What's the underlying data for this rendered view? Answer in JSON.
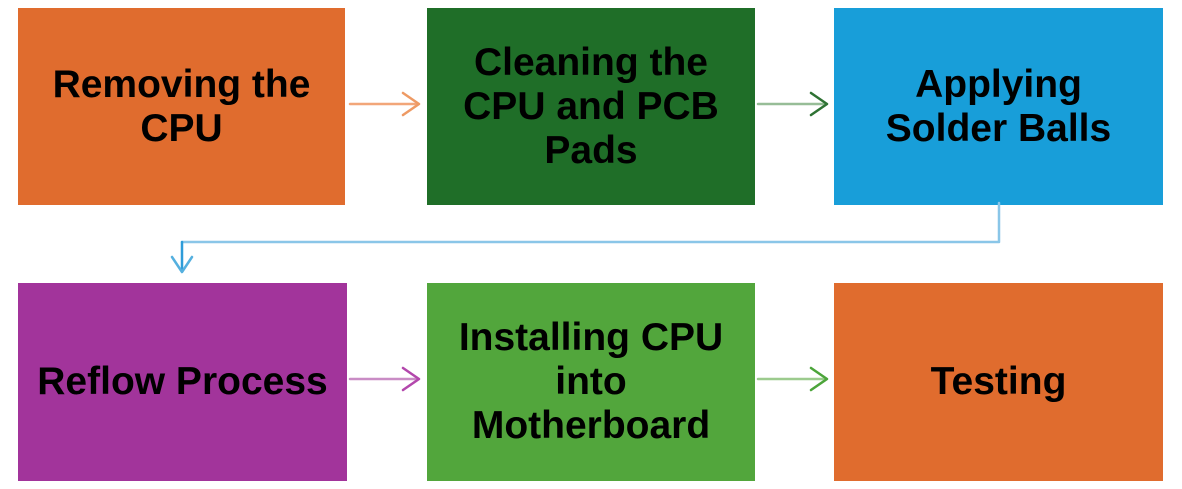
{
  "flowchart": {
    "background_color": "#FFFFFF",
    "text_color": "#000000",
    "nodes": [
      {
        "id": "step-1",
        "label": "Removing the\nCPU",
        "color": "#E06C2E"
      },
      {
        "id": "step-2",
        "label": "Cleaning the\nCPU and PCB\nPads",
        "color": "#1F6E28"
      },
      {
        "id": "step-3",
        "label": "Applying\nSolder Balls",
        "color": "#189ED9"
      },
      {
        "id": "step-4",
        "label": "Reflow Process",
        "color": "#A2349B"
      },
      {
        "id": "step-5",
        "label": "Installing CPU\ninto\nMotherboard",
        "color": "#52A63C"
      },
      {
        "id": "step-6",
        "label": "Testing",
        "color": "#E06C2E"
      }
    ],
    "connectors": [
      {
        "from": "step-1",
        "to": "step-2",
        "type": "straight-right",
        "shaft_color": "#F2A679",
        "head_color": "#EE9A64"
      },
      {
        "from": "step-2",
        "to": "step-3",
        "type": "straight-right",
        "shaft_color": "#97BD97",
        "head_color": "#2E7233"
      },
      {
        "from": "step-3",
        "to": "step-4",
        "type": "elbow-down-left",
        "shaft_color": "#8AC6E8",
        "drop_color": "#2E9CD9",
        "head_color": "#55B0DF"
      },
      {
        "from": "step-4",
        "to": "step-5",
        "type": "straight-right",
        "shaft_color": "#C98CC5",
        "head_color": "#B347AC"
      },
      {
        "from": "step-5",
        "to": "step-6",
        "type": "straight-right",
        "shaft_color": "#9CCB8E",
        "head_color": "#4CA53A"
      }
    ]
  }
}
